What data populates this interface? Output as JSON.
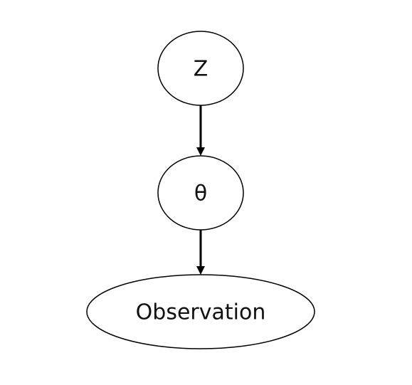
{
  "diagram": {
    "nodes": [
      {
        "id": "z",
        "label": "Z"
      },
      {
        "id": "theta",
        "label": "θ"
      },
      {
        "id": "observation",
        "label": "Observation"
      }
    ],
    "edges": [
      {
        "from": "z",
        "to": "theta"
      },
      {
        "from": "theta",
        "to": "observation"
      }
    ]
  }
}
